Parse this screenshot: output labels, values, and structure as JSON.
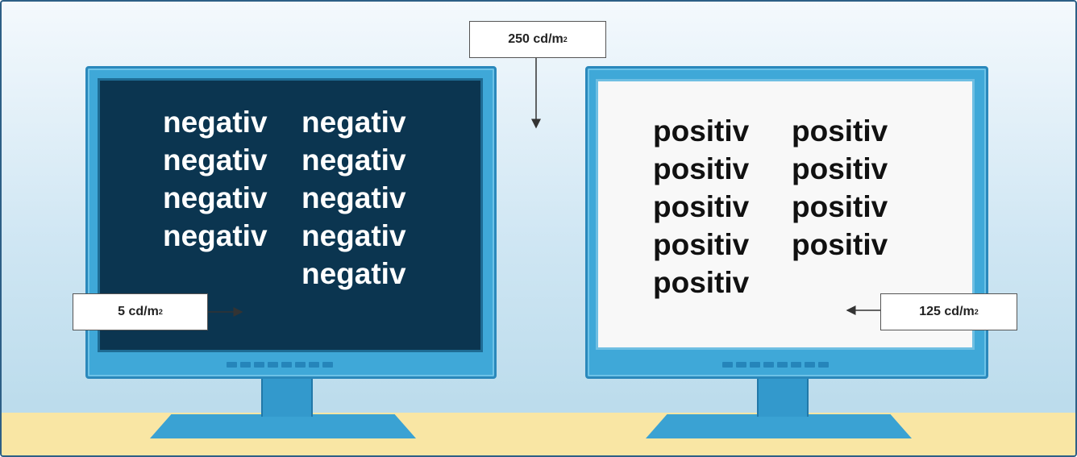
{
  "labels": {
    "ambient": {
      "value": "250 cd/m",
      "exp": "2"
    },
    "negative_screen": {
      "value": "5 cd/m",
      "exp": "2"
    },
    "positive_screen": {
      "value": "125 cd/m",
      "exp": "2"
    }
  },
  "monitors": {
    "negative": {
      "rows": [
        [
          "negativ",
          "negativ"
        ],
        [
          "negativ",
          "negativ"
        ],
        [
          "negativ",
          "negativ"
        ],
        [
          "negativ",
          "negativ"
        ],
        [
          "",
          "negativ"
        ]
      ]
    },
    "positive": {
      "rows": [
        [
          "positiv",
          "positiv"
        ],
        [
          "positiv",
          "positiv"
        ],
        [
          "positiv",
          "positiv"
        ],
        [
          "positiv",
          "positiv"
        ],
        [
          "positiv",
          ""
        ]
      ]
    }
  },
  "colors": {
    "background_top": "#f4f9fd",
    "background_bottom": "#bcdcec",
    "desk": "#f9e6a4",
    "bezel": "#3fa8d8",
    "negative_screen": "#0b3550",
    "positive_screen": "#f8f8f8",
    "frame": "#2d5f86"
  }
}
